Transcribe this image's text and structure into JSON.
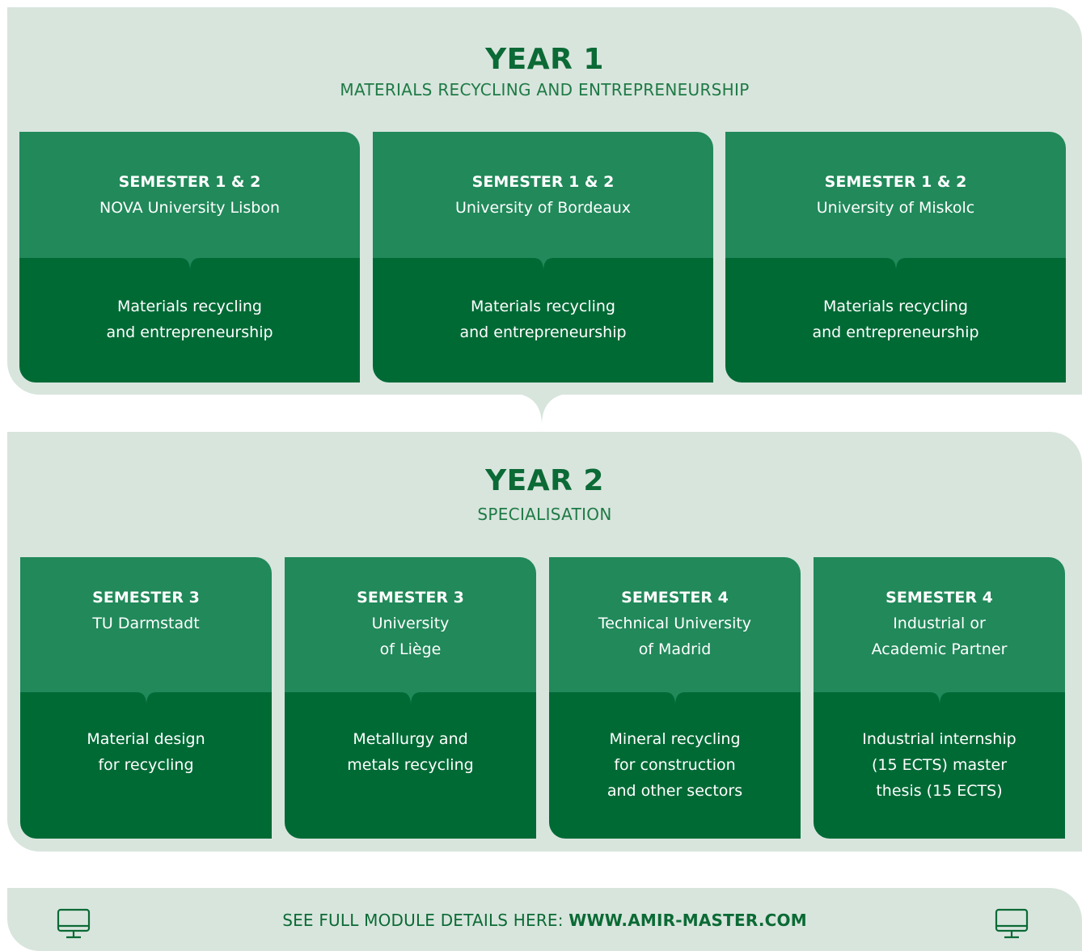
{
  "year1": {
    "title": "YEAR 1",
    "subtitle": "MATERIALS RECYCLING AND ENTREPRENEURSHIP",
    "cards": [
      {
        "semester": "SEMESTER 1 & 2",
        "university": "NOVA University Lisbon",
        "description": "Materials recycling\nand entrepreneurship"
      },
      {
        "semester": "SEMESTER 1 & 2",
        "university": "University of Bordeaux",
        "description": "Materials recycling\nand entrepreneurship"
      },
      {
        "semester": "SEMESTER 1 & 2",
        "university": "University of Miskolc",
        "description": "Materials recycling\nand entrepreneurship"
      }
    ]
  },
  "year2": {
    "title": "YEAR 2",
    "subtitle": "SPECIALISATION",
    "cards": [
      {
        "semester": "SEMESTER 3",
        "university": "TU Darmstadt",
        "description": "Material design\nfor recycling"
      },
      {
        "semester": "SEMESTER 3",
        "university": "University\nof Liège",
        "description": "Metallurgy and\nmetals recycling"
      },
      {
        "semester": "SEMESTER 4",
        "university": "Technical University\nof Madrid",
        "description": "Mineral recycling\nfor construction\nand other sectors"
      },
      {
        "semester": "SEMESTER 4",
        "university": "Industrial or\nAcademic Partner",
        "description": "Industrial internship\n(15 ECTS) master\nthesis (15 ECTS)"
      }
    ]
  },
  "footer": {
    "text": "SEE FULL MODULE DETAILS HERE: ",
    "url": "WWW.AMIR-MASTER.COM",
    "icon_left": "monitor-icon",
    "icon_right": "monitor-icon"
  },
  "colors": {
    "panel_bg": "#d8e5dd",
    "card_top": "#21895a",
    "card_bottom": "#006a35",
    "title_green": "#0b6a35"
  }
}
